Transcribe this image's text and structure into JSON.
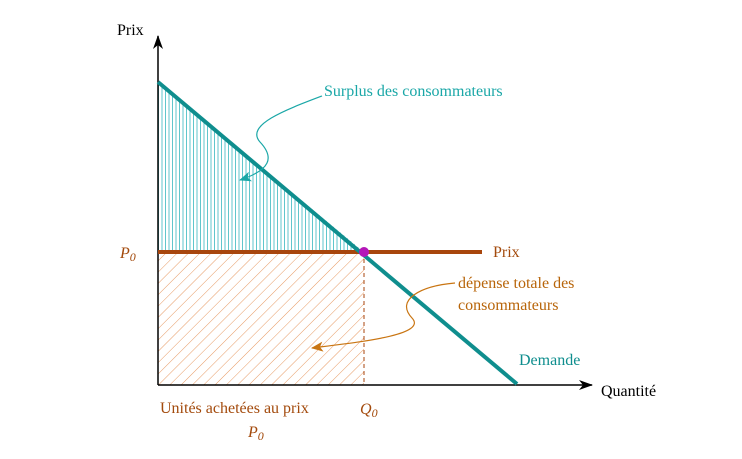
{
  "axes": {
    "y_label": "Prix",
    "x_label": "Quantité"
  },
  "labels": {
    "price_level": "P",
    "price_level_sub": "0",
    "quantity_level": "Q",
    "quantity_level_sub": "0",
    "price_line": "Prix",
    "demand_line": "Demande",
    "consumer_surplus": "Surplus des consommateurs",
    "total_spending_line1": "dépense totale des",
    "total_spending_line2": "consommateurs",
    "units_bought_line1": "Unités achetées au prix",
    "units_bought_line2_letter": "P",
    "units_bought_line2_sub": "0"
  },
  "colors": {
    "axis": "#000000",
    "demand": "#0f8e8e",
    "demand_hatch": "#5fc6cc",
    "price": "#a8460d",
    "price_text": "#a34a0c",
    "spending_hatch": "#e79a63",
    "spending_text": "#b8650a",
    "equilibrium_point": "#b417b8"
  }
}
